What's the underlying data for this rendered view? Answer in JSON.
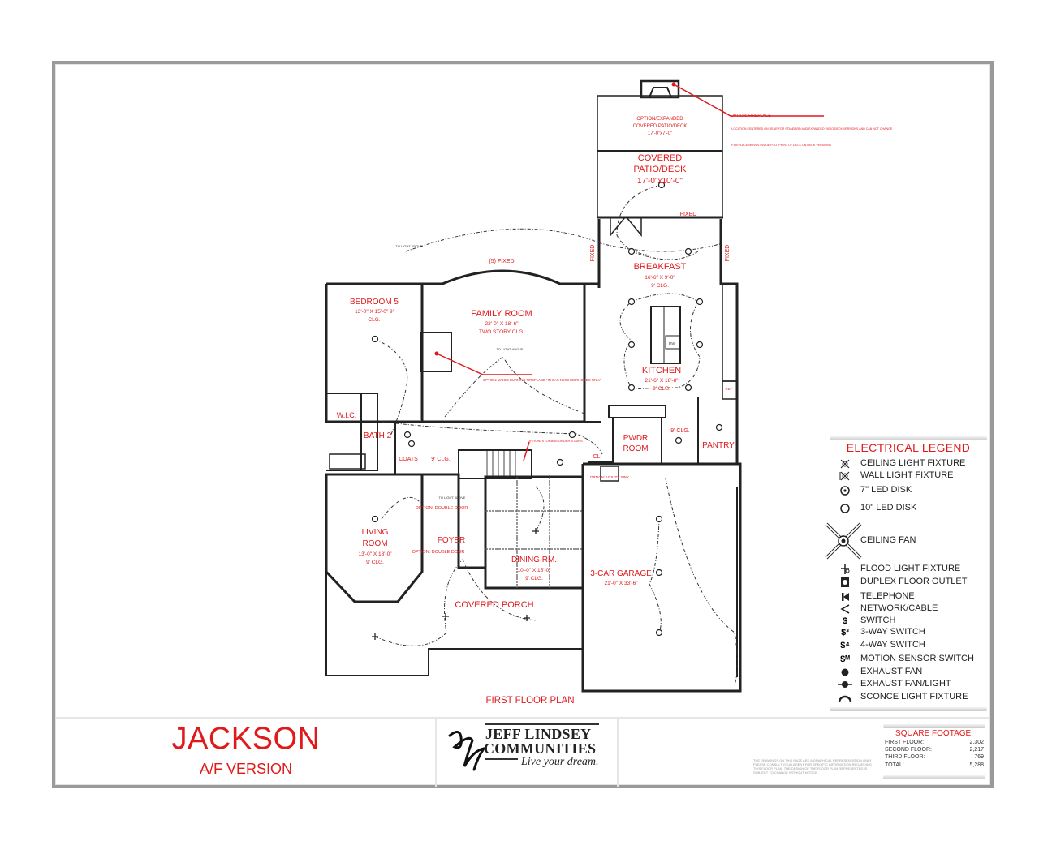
{
  "sheet": {
    "plan_title": "FIRST FLOOR PLAN",
    "project_name": "JACKSON",
    "project_version": "A/F VERSION"
  },
  "brand": {
    "line1": "JEFF LINDSEY",
    "line2": "COMMUNITIES",
    "tagline": "Live your dream.",
    "accent_color": "#e0191b"
  },
  "rooms": {
    "expanded_patio": {
      "name_1": "OPTION/EXPANDED",
      "name_2": "COVERED PATIO/DECK",
      "dims": "17'-0\"x7'-0\""
    },
    "covered_patio": {
      "name_1": "COVERED",
      "name_2": "PATIO/DECK",
      "dims": "17'-0\"x10'-0\""
    },
    "breakfast": {
      "name": "BREAKFAST",
      "dims": "16'-6\" X 9'-0\"",
      "ceiling": "9' CLG."
    },
    "kitchen": {
      "name": "KITCHEN",
      "dims": "21'-6\" X 18'-8\"",
      "ceiling": "9' CLG."
    },
    "family_room": {
      "name": "FAMILY ROOM",
      "dims": "22'-0\" X 18'-6\"",
      "ceiling": "TWO STORY CLG."
    },
    "bedroom_5": {
      "name": "BEDROOM 5",
      "dims": "13'-0\" X 15'-0\" 9'",
      "ceiling": "CLG."
    },
    "wic": {
      "name": "W.I.C."
    },
    "bath_2": {
      "name": "BATH 2"
    },
    "coats": {
      "name": "COATS"
    },
    "hall_ceiling": {
      "ceiling": "9' CLG."
    },
    "pwdr_room": {
      "name_1": "PWDR",
      "name_2": "ROOM"
    },
    "pantry": {
      "name": "PANTRY",
      "ceiling": "9' CLG."
    },
    "closet": {
      "name": "CL"
    },
    "living_room": {
      "name_1": "LIVING",
      "name_2": "ROOM",
      "dims": "13'-0\" X 18'-0\"",
      "ceiling": "9' CLG."
    },
    "foyer": {
      "name": "FOYER"
    },
    "dining_rm": {
      "name": "DINING RM.",
      "dims": "10'-0\" X 15'-0\"",
      "ceiling": "9' CLG."
    },
    "garage": {
      "name": "3-CAR GARAGE",
      "dims": "21'-0\" X 33'-6\""
    },
    "covered_porch": {
      "name": "COVERED PORCH"
    }
  },
  "notes": {
    "fixed": "FIXED",
    "fixed_5": "(5) FIXED",
    "to_light_above": "TO LIGHT ABOVE",
    "option_double_door": "OPTION: DOUBLE DOOR",
    "option_utility_sink": "OPTION: UTILITY SINK",
    "option_fireplace_title": "OPTION: FIREPLACE",
    "option_fireplace_note1": "*LOCATION CENTERED ON REAR FOR STANDARD AND EXPANDED PATIO/DECK VERSIONS AND CAN NOT CHANGE",
    "option_fireplace_note2": "*FIREPLACE MOVES INSIDE FOOTPRINT OF DECK ON DECK VERSIONS",
    "option_wood_fireplace": "OPTION: WOOD BURNING FIREPLACE *IN GAS NEIGHBORHOODS ONLY",
    "option_stair_note": "OPTION: STORAGE UNDER STAIRS",
    "dw": "DW",
    "ref": "REF"
  },
  "legend": {
    "title": "ELECTRICAL LEGEND",
    "items": [
      {
        "icon": "ceiling-light-fixture-icon",
        "label": "CEILING LIGHT FIXTURE"
      },
      {
        "icon": "wall-light-fixture-icon",
        "label": "WALL LIGHT FIXTURE"
      },
      {
        "icon": "led-disk-7-icon",
        "label": "7\" LED DISK"
      },
      {
        "icon": "led-disk-10-icon",
        "label": "10\" LED DISK"
      },
      {
        "icon": "ceiling-fan-icon",
        "label": "CEILING FAN"
      },
      {
        "icon": "flood-light-fixture-icon",
        "label": "FLOOD LIGHT FIXTURE"
      },
      {
        "icon": "duplex-floor-outlet-icon",
        "label": "DUPLEX FLOOR OUTLET"
      },
      {
        "icon": "telephone-icon",
        "label": "TELEPHONE"
      },
      {
        "icon": "network-cable-icon",
        "label": "NETWORK/CABLE"
      },
      {
        "icon": "switch-icon",
        "label": "SWITCH"
      },
      {
        "icon": "three-way-switch-icon",
        "label": "3-WAY SWITCH"
      },
      {
        "icon": "four-way-switch-icon",
        "label": "4-WAY SWITCH"
      },
      {
        "icon": "motion-sensor-switch-icon",
        "label": "MOTION SENSOR SWITCH"
      },
      {
        "icon": "exhaust-fan-icon",
        "label": "EXHAUST FAN"
      },
      {
        "icon": "exhaust-fan-light-icon",
        "label": "EXHAUST FAN/LIGHT"
      },
      {
        "icon": "sconce-light-fixture-icon",
        "label": "SCONCE LIGHT FIXTURE"
      }
    ]
  },
  "square_footage": {
    "title": "SQUARE FOOTAGE:",
    "rows": [
      {
        "label": "FIRST FLOOR:",
        "value": "2,302"
      },
      {
        "label": "SECOND FLOOR:",
        "value": "2,217"
      },
      {
        "label": "THIRD FLOOR:",
        "value": "769"
      },
      {
        "label": "TOTAL:",
        "value": "5,288"
      }
    ]
  },
  "disclaimer": "THE DRAWINGS ON THIS PAGE ARE A GRAPHICAL REPRESENTATION ONLY. PLEASE CONSULT YOUR AGENT FOR SPECIFIC INFORMATION REGARDING THIS FLOOR PLAN. THE DESIGN OF THE FLOOR PLAN REPRESENTED IS SUBJECT TO CHANGE WITHOUT NOTICE."
}
